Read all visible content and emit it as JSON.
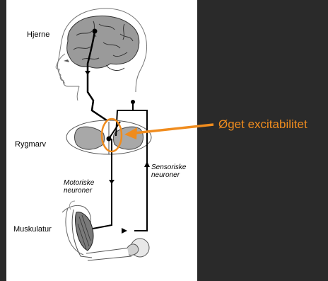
{
  "labels": {
    "brain": "Hjerne",
    "spinal_cord": "Rygmarv",
    "muscle": "Muskulatur",
    "motor_line1": "Motoriske",
    "motor_line2": "neuroner",
    "sensory_line1": "Sensoriske",
    "sensory_line2": "neuroner"
  },
  "callout": {
    "text": "Øget excitabilitet"
  },
  "colors": {
    "background": "#2a2a2a",
    "panel": "#ffffff",
    "accent": "#f08c1e",
    "ink": "#000000",
    "tissue_gray": "#9a9a9a"
  }
}
